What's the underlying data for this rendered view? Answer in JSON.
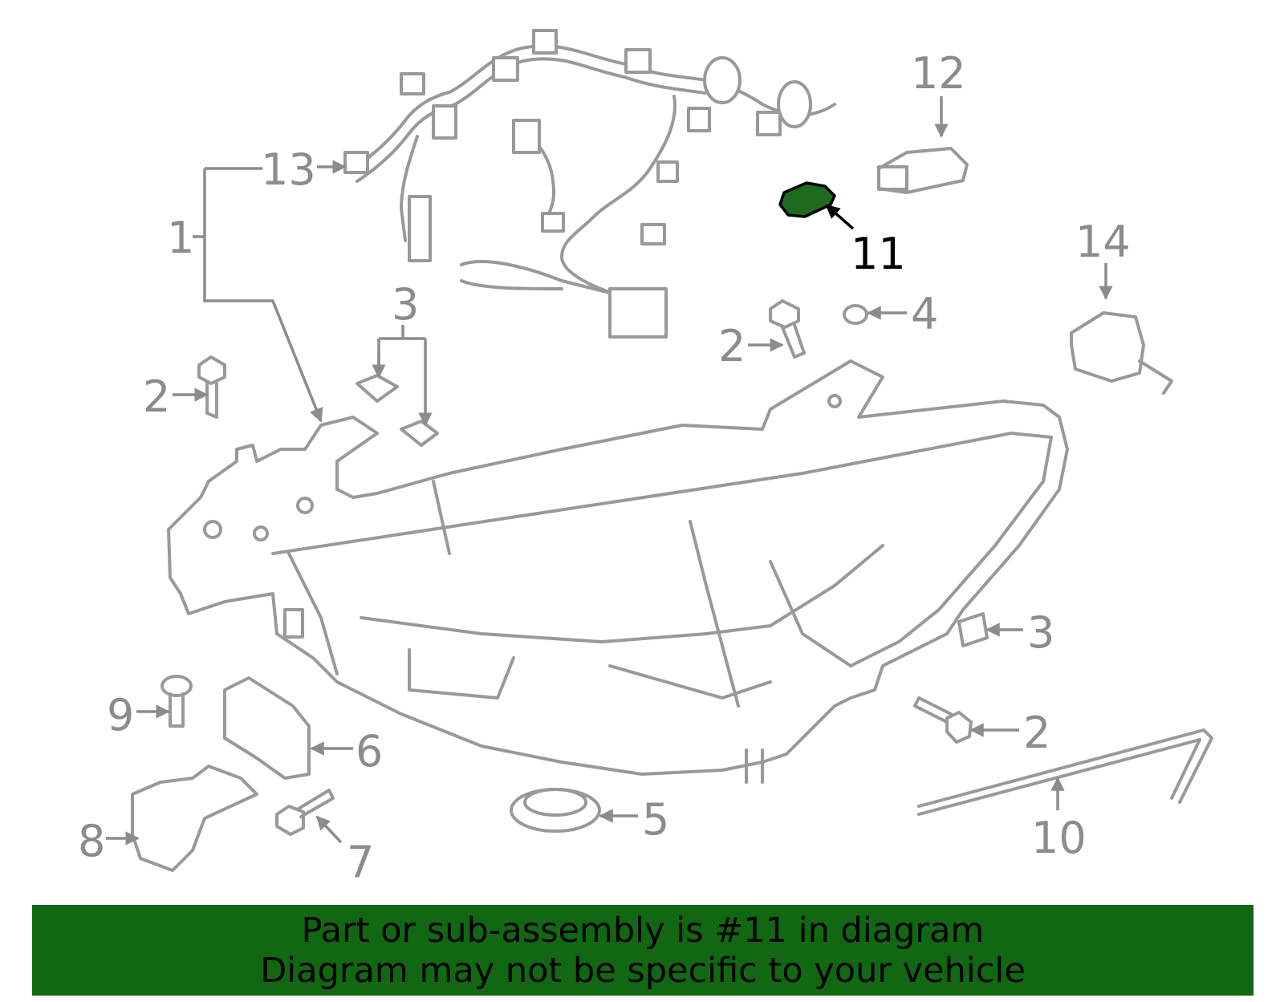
{
  "colors": {
    "banner_bg": "#126712",
    "highlight_part": "#1d6b1d",
    "line_gray": "#999999",
    "label_gray": "#8c8c8c",
    "active_label": "#000000"
  },
  "highlighted_callout": "11",
  "callouts": [
    {
      "id": "c1",
      "text": "1"
    },
    {
      "id": "c2a",
      "text": "2"
    },
    {
      "id": "c2b",
      "text": "2"
    },
    {
      "id": "c2c",
      "text": "2"
    },
    {
      "id": "c3a",
      "text": "3"
    },
    {
      "id": "c3b",
      "text": "3"
    },
    {
      "id": "c4",
      "text": "4"
    },
    {
      "id": "c5",
      "text": "5"
    },
    {
      "id": "c6",
      "text": "6"
    },
    {
      "id": "c7",
      "text": "7"
    },
    {
      "id": "c8",
      "text": "8"
    },
    {
      "id": "c9",
      "text": "9"
    },
    {
      "id": "c10",
      "text": "10"
    },
    {
      "id": "c11",
      "text": "11"
    },
    {
      "id": "c12",
      "text": "12"
    },
    {
      "id": "c13",
      "text": "13"
    },
    {
      "id": "c14",
      "text": "14"
    }
  ],
  "banner": {
    "line1": "Part or sub-assembly is #11 in diagram",
    "line2": "Diagram may not be specific to your vehicle"
  }
}
